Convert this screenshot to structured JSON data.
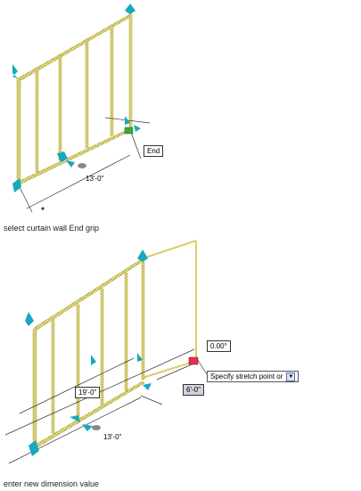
{
  "panel1": {
    "caption": "select curtain wall End grip",
    "tooltip": "End",
    "dimension": "13'-0\""
  },
  "panel2": {
    "caption": "enter new dimension value",
    "angle": "0.00°",
    "prompt": "Specify stretch point or",
    "dim_input": "6'-0\"",
    "dim_upper": "19'-0\"",
    "dim_lower": "13'-0\""
  },
  "colors": {
    "wall": "#c8c050",
    "grip_cyan": "#17a8c0",
    "grip_green": "#3fa836",
    "grip_red": "#e0304a",
    "dim_line": "#333333"
  },
  "icons": [
    "grip-arrow-icon",
    "end-grip-icon",
    "stretch-point-icon",
    "dropdown-arrow-icon"
  ]
}
